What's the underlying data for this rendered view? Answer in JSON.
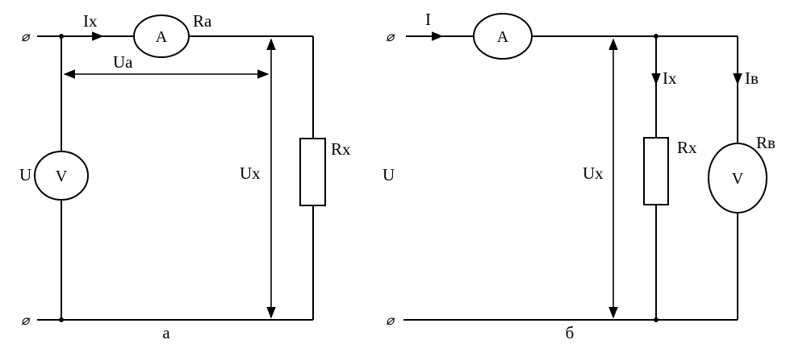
{
  "terminal_symbol": "⌀",
  "circuit_a": {
    "current_label": "Ix",
    "ammeter_letter": "A",
    "ammeter_resistance_label": "Ra",
    "ammeter_voltage_label": "Ua",
    "supply_voltage_label": "U",
    "voltmeter_letter": "V",
    "load_voltage_label": "Ux",
    "load_resistance_label": "Rx",
    "caption": "а"
  },
  "circuit_b": {
    "current_label": "I",
    "ammeter_letter": "A",
    "load_current_label": "Ix",
    "voltmeter_current_label": "Iв",
    "supply_voltage_label": "U",
    "load_voltage_label": "Ux",
    "load_resistance_label": "Rx",
    "voltmeter_resistance_label": "Rв",
    "voltmeter_letter": "V",
    "caption": "б"
  }
}
